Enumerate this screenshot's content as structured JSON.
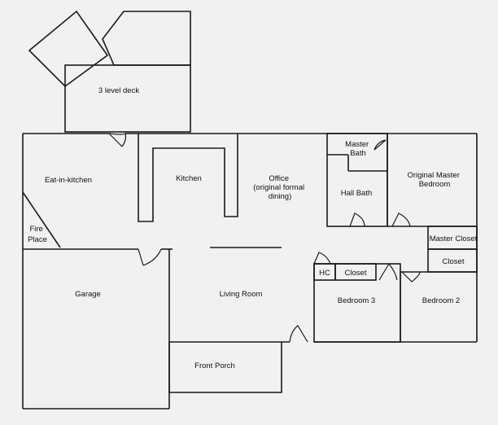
{
  "rooms": {
    "deck": "3 level deck",
    "eat_in_kitchen": "Eat-in-kitchen",
    "kitchen": "Kitchen",
    "office": [
      "Office",
      "(original formal",
      "dining)"
    ],
    "master_bath": [
      "Master",
      "Bath"
    ],
    "hall_bath": "Hall Bath",
    "original_master": [
      "Original Master",
      "Bedroom"
    ],
    "fire_place": [
      "Fire",
      "Place"
    ],
    "master_closet": "Master Closet",
    "closet_right": "Closet",
    "hc": "HC",
    "closet_b3": "Closet",
    "garage": "Garage",
    "living_room": "Living Room",
    "bedroom3": "Bedroom 3",
    "bedroom2": "Bedroom 2",
    "front_porch": "Front Porch"
  }
}
